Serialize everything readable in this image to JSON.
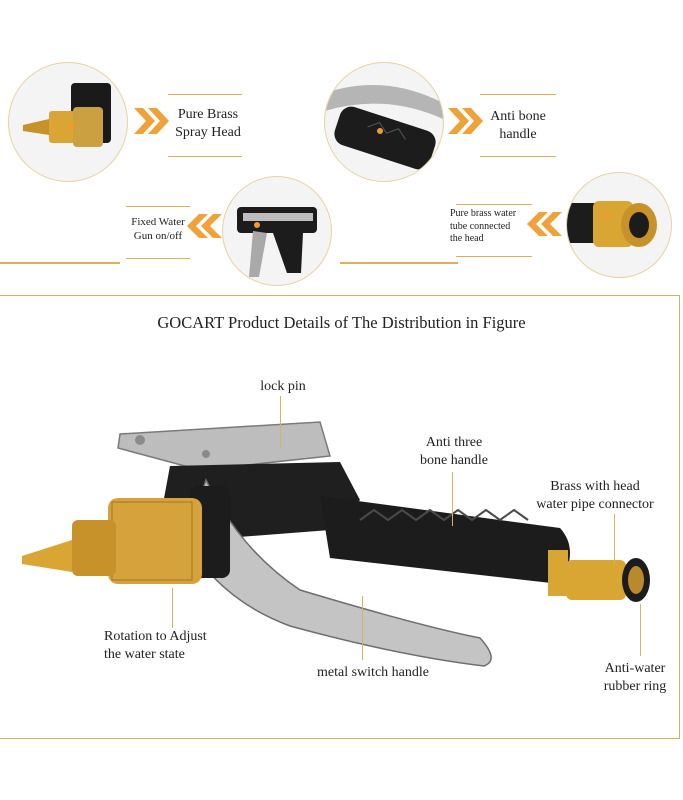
{
  "features": [
    {
      "label": "Pure Brass\nSpray Head",
      "icon": "brass-spray-head-photo"
    },
    {
      "label": "Anti bone\nhandle",
      "icon": "handle-grip-photo"
    },
    {
      "label": "Fixed Water\nGun on/off",
      "icon": "trigger-lock-photo"
    },
    {
      "label": "Pure brass water\ntube connected\nthe head",
      "icon": "brass-connector-photo"
    }
  ],
  "details": {
    "title": "GOCART Product Details of The Distribution in Figure",
    "callouts": {
      "lock_pin": "lock pin",
      "anti_three_bone": "Anti three\nbone handle",
      "brass_head": "Brass with head\nwater pipe connector",
      "rotation": "Rotation to Adjust\nthe water state",
      "metal_switch": "metal switch handle",
      "rubber_ring": "Anti-water\nrubber ring"
    }
  },
  "colors": {
    "accent": "#f0a23a",
    "gold_line": "#d9b15a",
    "brass": "#d9a634",
    "grip": "#1c1c1c"
  }
}
